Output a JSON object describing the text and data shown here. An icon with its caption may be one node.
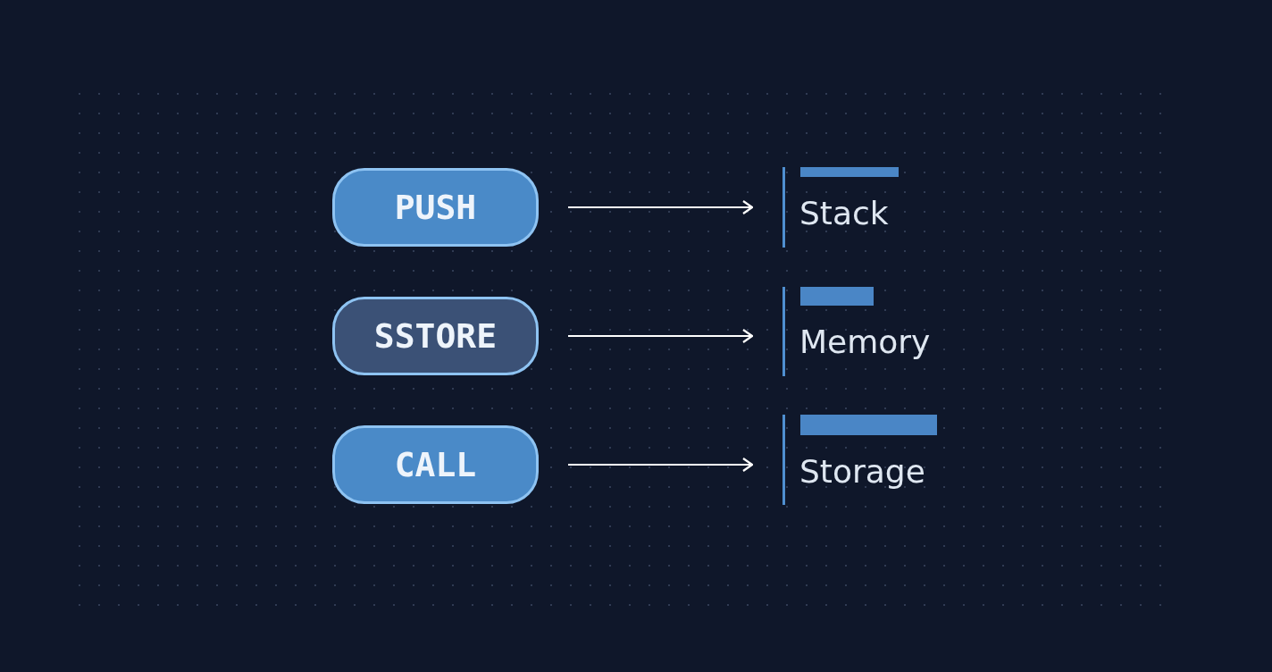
{
  "diagram": {
    "nodes": [
      {
        "text": [
          "PUSH"
        ]
      },
      {
        "text": [
          "SSTORE"
        ]
      },
      {
        "text": [
          "CALL"
        ]
      },
      {
        "text": [
          "Stack"
        ]
      },
      {
        "text": [
          "Memory"
        ]
      },
      {
        "text": [
          "Storage"
        ]
      }
    ],
    "edges": [
      {
        "from": 0,
        "to": 3,
        "arrow": "to"
      },
      {
        "from": 1,
        "to": 4,
        "arrow": "to"
      },
      {
        "from": 2,
        "to": 5,
        "arrow": "to"
      }
    ]
  }
}
